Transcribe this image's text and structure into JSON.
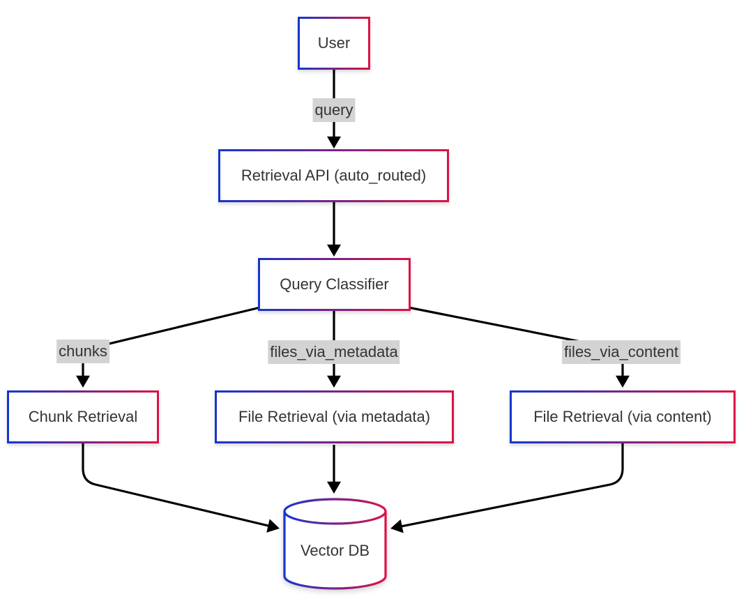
{
  "diagram": {
    "type": "flowchart",
    "direction": "top-down",
    "colors": {
      "background": "#ffffff",
      "node_fill": "#ffffff",
      "node_border_gradient_from": "#1535cd",
      "node_border_gradient_to": "#db1245",
      "edge_line": "#000000",
      "edge_label_background": "#d3d3d3",
      "text": "#333333"
    },
    "nodes": [
      {
        "id": "user",
        "label": "User",
        "shape": "rectangle"
      },
      {
        "id": "api",
        "label": "Retrieval API (auto_routed)",
        "shape": "rectangle"
      },
      {
        "id": "classifier",
        "label": "Query Classifier",
        "shape": "rectangle"
      },
      {
        "id": "chunk",
        "label": "Chunk Retrieval",
        "shape": "rectangle"
      },
      {
        "id": "filemeta",
        "label": "File Retrieval (via metadata)",
        "shape": "rectangle"
      },
      {
        "id": "filecontent",
        "label": "File Retrieval (via content)",
        "shape": "rectangle"
      },
      {
        "id": "vectordb",
        "label": "Vector DB",
        "shape": "cylinder"
      }
    ],
    "edges": [
      {
        "from": "user",
        "to": "api",
        "label": "query"
      },
      {
        "from": "api",
        "to": "classifier",
        "label": ""
      },
      {
        "from": "classifier",
        "to": "chunk",
        "label": "chunks"
      },
      {
        "from": "classifier",
        "to": "filemeta",
        "label": "files_via_metadata"
      },
      {
        "from": "classifier",
        "to": "filecontent",
        "label": "files_via_content"
      },
      {
        "from": "chunk",
        "to": "vectordb",
        "label": ""
      },
      {
        "from": "filemeta",
        "to": "vectordb",
        "label": ""
      },
      {
        "from": "filecontent",
        "to": "vectordb",
        "label": ""
      }
    ]
  }
}
